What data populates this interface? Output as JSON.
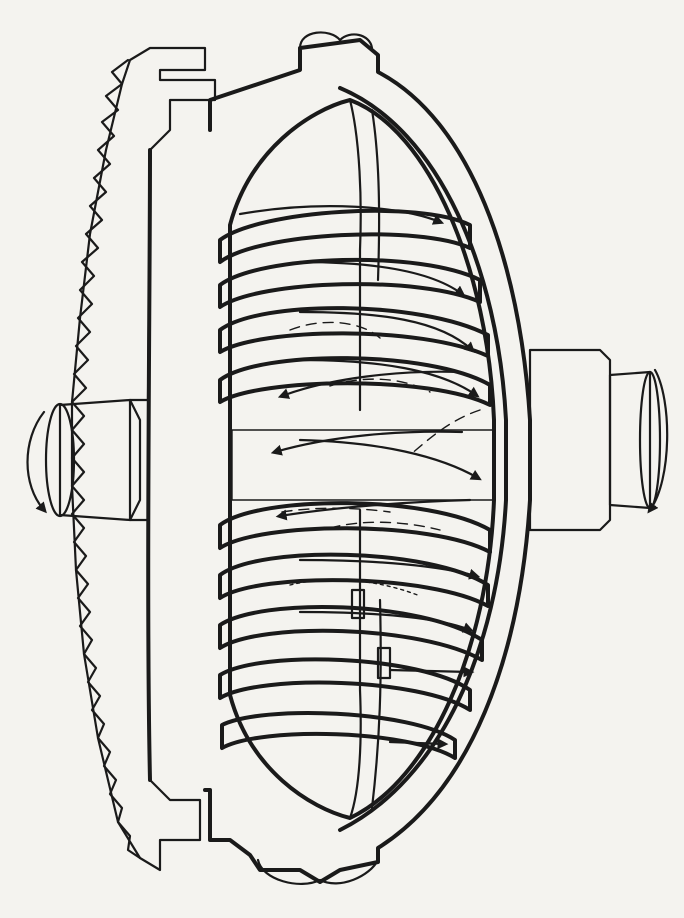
{
  "figure": {
    "colors": {
      "paper": "#f4f3ef",
      "ink": "#1a1a1a",
      "casting_stipple": "#c9c7c0",
      "shaft_stipple": "#b8b6ae",
      "shadow": "#9a9890"
    },
    "parts": {
      "flywheel": "flywheel-ring-gear",
      "input_shaft": "input-shaft",
      "output_shaft": "output-shaft",
      "impeller": "impeller-vanes",
      "turbine": "turbine-vanes",
      "housing": "outer-housing",
      "flow": "fluid-flow-arrows"
    }
  }
}
